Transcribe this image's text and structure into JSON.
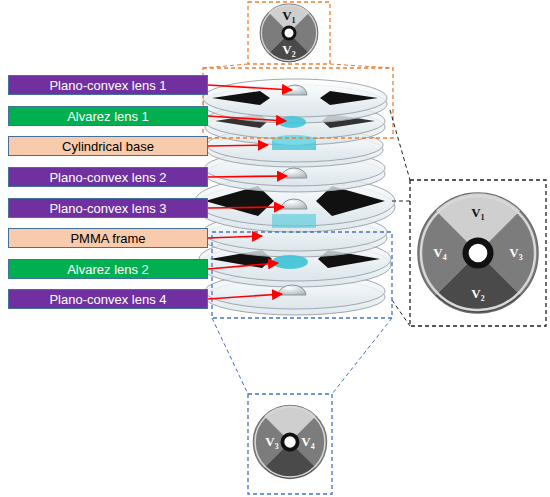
{
  "diagram": {
    "nodes": [
      {
        "text": [
          "Plano-convex lens 1"
        ]
      },
      {
        "text": [
          "Alvarez lens 1"
        ]
      },
      {
        "text": [
          "Cylindrical base"
        ]
      },
      {
        "text": [
          "Plano-convex lens 2"
        ]
      },
      {
        "text": [
          "Plano-convex lens 3"
        ]
      },
      {
        "text": [
          "PMMA frame"
        ]
      },
      {
        "text": [
          "Alvarez lens 2"
        ]
      },
      {
        "text": [
          "Plano-convex lens 4"
        ]
      }
    ],
    "labels": [
      "V₁",
      "V₂",
      "V₄",
      "V₁",
      "V₃",
      "V₂",
      "V₃",
      "V₄"
    ]
  }
}
